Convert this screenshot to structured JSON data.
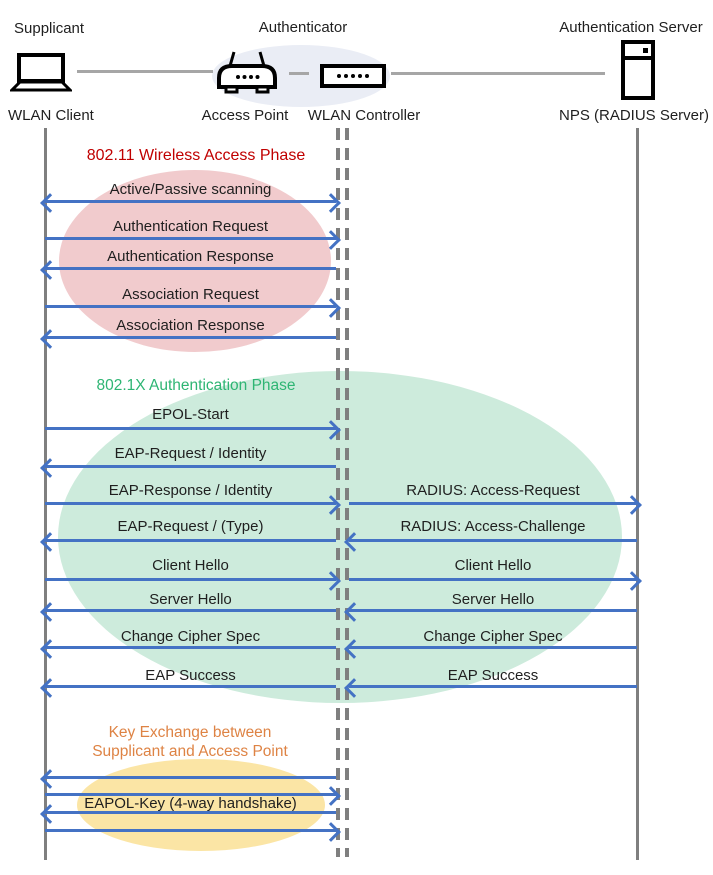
{
  "header": {
    "roles": [
      "Supplicant",
      "Authenticator",
      "Authentication Server"
    ],
    "devices": [
      "WLAN Client",
      "Access Point",
      "WLAN Controller",
      "NPS (RADIUS Server)"
    ]
  },
  "phases": [
    {
      "title": "802.11 Wireless Access Phase",
      "title_color": "#C00000",
      "fill": "#F1CBCD"
    },
    {
      "title": "802.1X Authentication Phase",
      "title_color": "#2EB573",
      "fill": "#CDEBDC"
    },
    {
      "title_line1": "Key Exchange between",
      "title_line2": "Supplicant and Access Point",
      "title_color": "#DE8344",
      "fill": "#FBE5A5"
    }
  ],
  "messages": [
    "Active/Passive scanning",
    "Authentication Request",
    "Authentication Response",
    "Association Request",
    "Association Response",
    "EPOL-Start",
    "EAP-Request / Identity",
    "EAP-Response / Identity",
    "RADIUS: Access-Request",
    "EAP-Request / (Type)",
    "RADIUS: Access-Challenge",
    "Client Hello",
    "Client Hello",
    "Server Hello",
    "Server Hello",
    "Change Cipher Spec",
    "Change Cipher Spec",
    "EAP Success",
    "EAP Success",
    "EAPOL-Key (4-way handshake)"
  ],
  "colors": {
    "arrow": "#4472C4",
    "lifeline": "#7F7F7F",
    "connector": "#A6A6A6",
    "authenticator_ellipse": "#EAEDF5",
    "text": "#262626"
  }
}
